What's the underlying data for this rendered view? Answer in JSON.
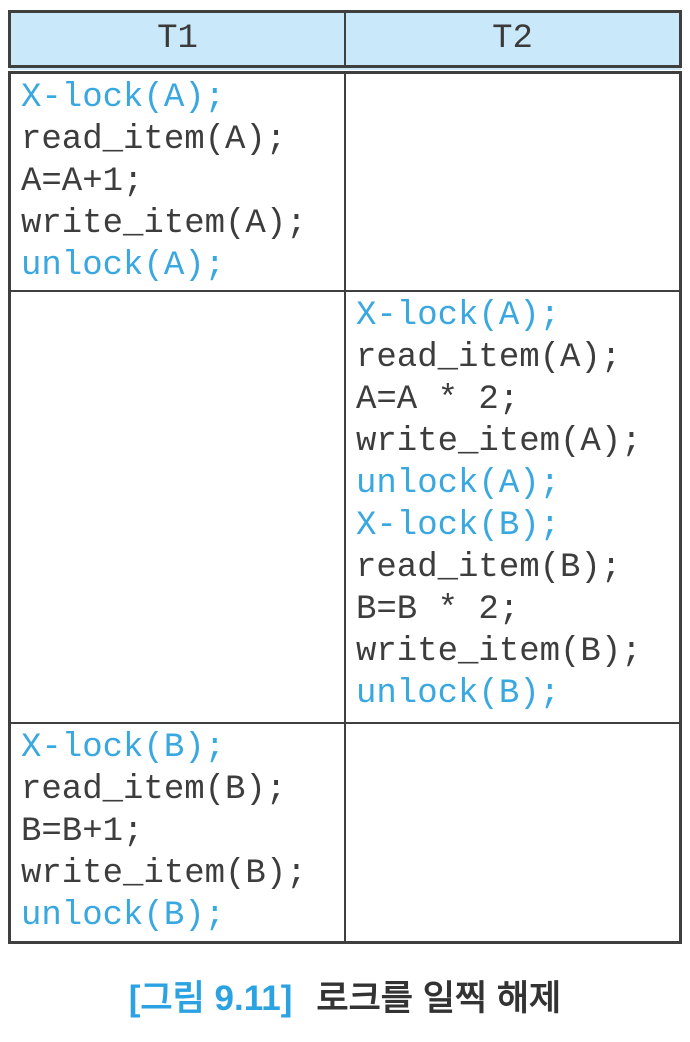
{
  "table": {
    "headers": [
      {
        "label": "T1"
      },
      {
        "label": "T2"
      }
    ],
    "rows": [
      {
        "t1": [
          {
            "text": "X-lock(A);",
            "kind": "lock"
          },
          {
            "text": "read_item(A);",
            "kind": "op"
          },
          {
            "text": "A=A+1;",
            "kind": "op"
          },
          {
            "text": "write_item(A);",
            "kind": "op"
          },
          {
            "text": "unlock(A);",
            "kind": "lock"
          }
        ],
        "t2": []
      },
      {
        "t1": [],
        "t2": [
          {
            "text": "X-lock(A);",
            "kind": "lock"
          },
          {
            "text": "read_item(A);",
            "kind": "op"
          },
          {
            "text": "A=A * 2;",
            "kind": "op"
          },
          {
            "text": "write_item(A);",
            "kind": "op"
          },
          {
            "text": "unlock(A);",
            "kind": "lock"
          },
          {
            "text": "X-lock(B);",
            "kind": "lock"
          },
          {
            "text": "read_item(B);",
            "kind": "op"
          },
          {
            "text": "B=B * 2;",
            "kind": "op"
          },
          {
            "text": "write_item(B);",
            "kind": "op"
          },
          {
            "text": "unlock(B);",
            "kind": "lock"
          }
        ]
      },
      {
        "t1": [
          {
            "text": "X-lock(B);",
            "kind": "lock"
          },
          {
            "text": "read_item(B);",
            "kind": "op"
          },
          {
            "text": "B=B+1;",
            "kind": "op"
          },
          {
            "text": "write_item(B);",
            "kind": "op"
          },
          {
            "text": "unlock(B);",
            "kind": "lock"
          }
        ],
        "t2": []
      }
    ]
  },
  "caption": {
    "label": "[그림 9.11]",
    "text": "로크를 일찍 해제"
  },
  "colors": {
    "lock_text": "#39a7e0",
    "operation_text": "#3d3d3d",
    "header_background": "#c9e8f9",
    "border": "#3f3f3f",
    "caption_label": "#2ba2e2",
    "caption_text": "#333333"
  }
}
